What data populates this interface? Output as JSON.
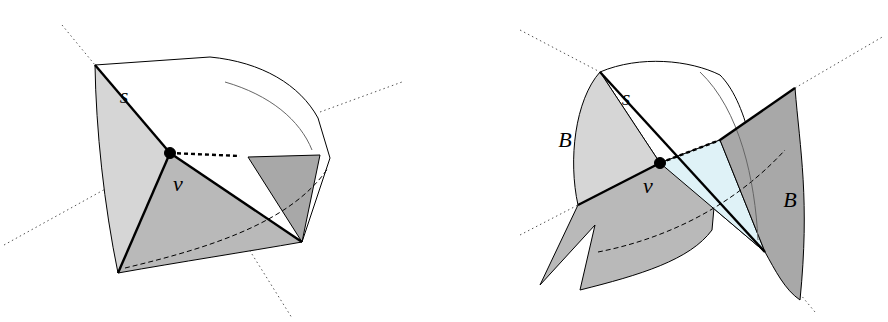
{
  "diagram": {
    "labels": [
      "s",
      "v",
      "s",
      "B",
      "v",
      "B"
    ]
  }
}
